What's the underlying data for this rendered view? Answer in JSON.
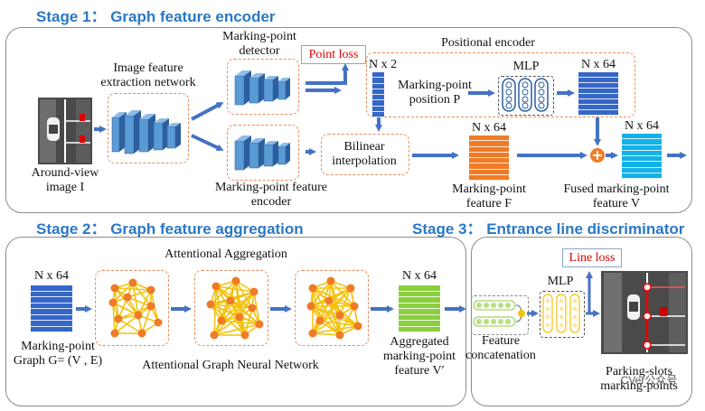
{
  "stage1": {
    "title": "Stage 1： Graph feature encoder",
    "around_view_label": "Around-view\nimage I",
    "feature_network_label": "Image feature\nextraction network",
    "detector_label": "Marking-point\ndetector",
    "point_loss": "Point loss",
    "positional_encoder_label": "Positional encoder",
    "nx2": "N x 2",
    "position_label": "Marking-point\nposition P",
    "mlp": "MLP",
    "nx64_pos": "N x 64",
    "encoder_label": "Marking-point  feature  encoder",
    "bilinear_label": "Bilinear\ninterpolation",
    "nx64_feat": "N x 64",
    "feature_f_label": "Marking-point\nfeature F",
    "nx64_fused": "N x 64",
    "fused_label": "Fused marking-point\nfeature V"
  },
  "stage2": {
    "title": "Stage 2： Graph feature aggregation",
    "attentional_aggregation": "Attentional Aggregation",
    "nx64_in": "N x 64",
    "graph_label": "Marking-point\nGraph  G= (V , E)",
    "gnn_label": "Attentional Graph Neural Network",
    "nx64_out": "N x 64",
    "aggregated_label": "Aggregated\nmarking-point\nfeature V′"
  },
  "stage3": {
    "title": "Stage 3： Entrance line discriminator",
    "line_loss": "Line loss",
    "mlp": "MLP",
    "concat_label": "Feature\nconcatenation",
    "output_label": "Parking-slots\nmarking-points",
    "watermark": "CVer公众号"
  },
  "colors": {
    "blue_title": "#2a78c4",
    "matrix_blue": "#3567c8",
    "matrix_orange": "#f07b26",
    "matrix_cyan": "#13b2e8",
    "matrix_green": "#8ccf3e",
    "arrow": "#4472c4",
    "dashed_orange": "#e98b5a",
    "node_orange": "#f07b26",
    "edge_yellow": "#f4c20d"
  }
}
